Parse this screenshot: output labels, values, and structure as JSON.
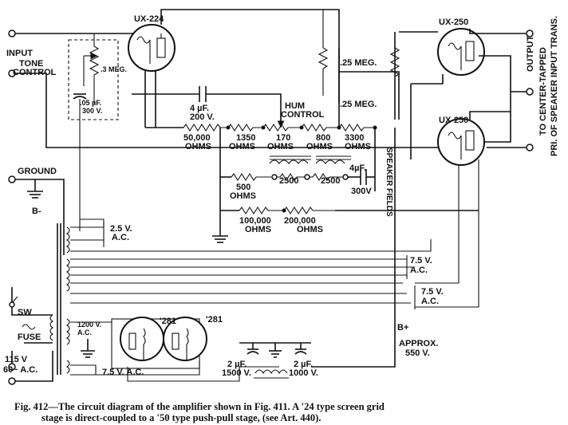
{
  "labels": {
    "input": "INPUT",
    "tone_control_1": "TONE",
    "tone_control_2": "CONTROL",
    "r_3meg": ".3 MEG.",
    "c_05_1": ".05 µF.",
    "c_05_2": "300 V.",
    "tube_224": "UX-224",
    "tube_250_top": "UX-250",
    "tube_250_bottom": "UX-250",
    "tube_281_left": "'281",
    "tube_281_right": "'281",
    "r_25meg_1": ".25 MEG.",
    "r_25meg_2": ".25 MEG.",
    "c_4uf_1": "4 µF.",
    "c_4uf_2": "200 V.",
    "hum_1": "HUM",
    "hum_2": "CONTROL",
    "r_50000_1": "50,000",
    "r_50000_2": "OHMS",
    "r_1350_1": "1350",
    "r_1350_2": "OHMS",
    "r_170_1": "170",
    "r_170_2": "OHMS",
    "r_800_1": "800",
    "r_800_2": "OHMS",
    "r_3300_1": "3300",
    "r_3300_2": "OHMS",
    "r_500_1": "500",
    "r_500_2": "OHMS",
    "r_2500a": "2500",
    "r_2500b": "2500",
    "c_4uf_300_1": "4µF.",
    "c_4uf_300_2": "300V",
    "speaker_fields": "SPEAKER FIELDS",
    "r_100000_1": "100,000",
    "r_100000_2": "OHMS",
    "r_200000_1": "200,000",
    "r_200000_2": "OHMS",
    "ground": "GROUND",
    "b_minus": "B-",
    "v25_1": "2.5 V.",
    "v25_2": "A.C.",
    "v75a_1": "7.5 V.",
    "v75a_2": "A.C.",
    "v75b_1": "7.5 V.",
    "v75b_2": "A.C.",
    "sw": "SW",
    "fuse": "FUSE",
    "mains_1": "115 V",
    "mains_2": "60~ A.C.",
    "v1200_1": "1200 V.",
    "v1200_2": "A.C.",
    "v75c": "7.5 V. A.C.",
    "c_2uf_a_1": "2 µF.",
    "c_2uf_a_2": "1500 V.",
    "c_2uf_b_1": "2 µF.",
    "c_2uf_b_2": "1000 V.",
    "b_plus": "B+",
    "approx_1": "APPROX.",
    "approx_2": "550 V.",
    "output": "OUTPUT",
    "output_to": "TO CENTER-TAPPED",
    "output_pri": "PRI. OF SPEAKER INPUT TRANS."
  },
  "caption": {
    "line1": "Fig. 412—The circuit diagram of the amplifier shown in Fig. 411.  A '24 type screen grid",
    "line2": "stage is direct-coupled to a '50 type push-pull stage, (see Art. 440)."
  }
}
